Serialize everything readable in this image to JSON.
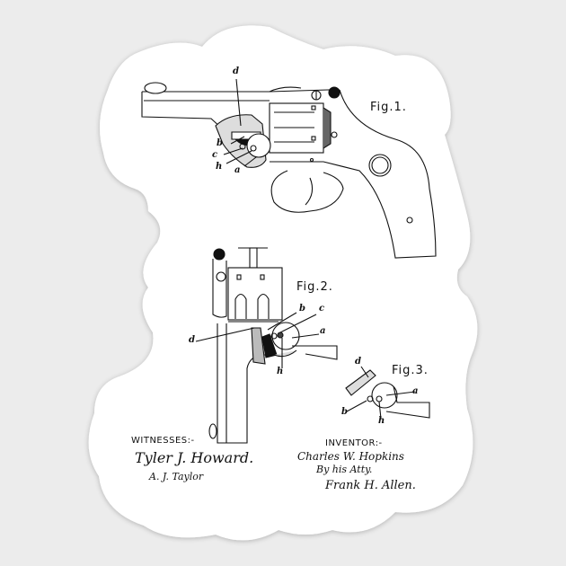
{
  "sticker": {
    "background_color": "#ececec",
    "sticker_color": "#ffffff",
    "ink_color": "#111111",
    "subject": "Revolver patent drawing"
  },
  "figures": [
    {
      "id": "fig1",
      "label": "Fig.1.",
      "parts": [
        "d",
        "b",
        "c",
        "h",
        "a"
      ]
    },
    {
      "id": "fig2",
      "label": "Fig.2.",
      "parts": [
        "b",
        "c",
        "a",
        "d",
        "h"
      ]
    },
    {
      "id": "fig3",
      "label": "Fig.3.",
      "parts": [
        "d",
        "a",
        "b",
        "h"
      ]
    }
  ],
  "witnesses": {
    "heading": "WITNESSES:-",
    "signatures": [
      "Tyler J. Howard.",
      "A. J. Taylor"
    ]
  },
  "inventor": {
    "heading": "INVENTOR:-",
    "name": "Charles W. Hopkins",
    "by_line": "By his Atty.",
    "attorney": "Frank H. Allen."
  }
}
